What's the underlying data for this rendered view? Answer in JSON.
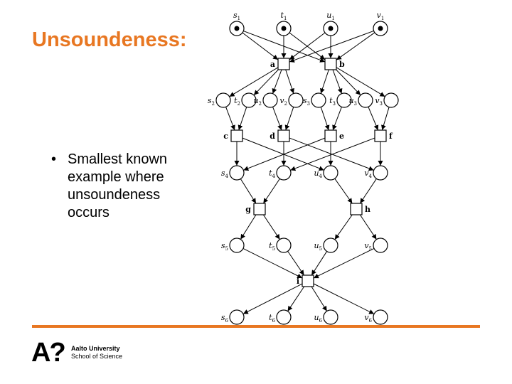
{
  "title": "Unsoundeness:",
  "bullets": [
    "Smallest known example where unsoundeness occurs"
  ],
  "bullet_symbol": "•",
  "logo": {
    "mark": "A?",
    "name": "Aalto University",
    "school": "School of Science"
  },
  "colors": {
    "accent": "#e87722",
    "text": "#000000"
  },
  "diagram": {
    "places": [
      {
        "id": "p_s1",
        "base": "s",
        "sub": "1",
        "token": true
      },
      {
        "id": "p_t1",
        "base": "t",
        "sub": "1",
        "token": true
      },
      {
        "id": "p_u1",
        "base": "u",
        "sub": "1",
        "token": true
      },
      {
        "id": "p_v1",
        "base": "v",
        "sub": "1",
        "token": true
      },
      {
        "id": "p_s2",
        "base": "s",
        "sub": "2"
      },
      {
        "id": "p_t2",
        "base": "t",
        "sub": "2"
      },
      {
        "id": "p_u2",
        "base": "u",
        "sub": "2"
      },
      {
        "id": "p_v2",
        "base": "v",
        "sub": "2"
      },
      {
        "id": "p_s3",
        "base": "s",
        "sub": "3"
      },
      {
        "id": "p_t3",
        "base": "t",
        "sub": "3"
      },
      {
        "id": "p_u3",
        "base": "u",
        "sub": "3"
      },
      {
        "id": "p_v3",
        "base": "v",
        "sub": "3"
      },
      {
        "id": "p_s4",
        "base": "s",
        "sub": "4"
      },
      {
        "id": "p_t4",
        "base": "t",
        "sub": "4"
      },
      {
        "id": "p_u4",
        "base": "u",
        "sub": "4"
      },
      {
        "id": "p_v4",
        "base": "v",
        "sub": "4"
      },
      {
        "id": "p_s5",
        "base": "s",
        "sub": "5"
      },
      {
        "id": "p_t5",
        "base": "t",
        "sub": "5"
      },
      {
        "id": "p_u5",
        "base": "u",
        "sub": "5"
      },
      {
        "id": "p_v5",
        "base": "v",
        "sub": "5"
      },
      {
        "id": "p_s6",
        "base": "s",
        "sub": "6"
      },
      {
        "id": "p_t6",
        "base": "t",
        "sub": "6"
      },
      {
        "id": "p_u6",
        "base": "u",
        "sub": "6"
      },
      {
        "id": "p_v6",
        "base": "v",
        "sub": "6"
      }
    ],
    "transitions": [
      {
        "id": "t_a",
        "label": "a"
      },
      {
        "id": "t_b",
        "label": "b"
      },
      {
        "id": "t_c",
        "label": "c"
      },
      {
        "id": "t_d",
        "label": "d"
      },
      {
        "id": "t_e",
        "label": "e"
      },
      {
        "id": "t_f",
        "label": "f"
      },
      {
        "id": "t_g",
        "label": "g"
      },
      {
        "id": "t_h",
        "label": "h"
      },
      {
        "id": "t_i",
        "label": "i"
      }
    ],
    "arcs": [
      [
        "p_s1",
        "t_a"
      ],
      [
        "p_t1",
        "t_a"
      ],
      [
        "p_u1",
        "t_a"
      ],
      [
        "p_v1",
        "t_a"
      ],
      [
        "p_s1",
        "t_b"
      ],
      [
        "p_t1",
        "t_b"
      ],
      [
        "p_u1",
        "t_b"
      ],
      [
        "p_v1",
        "t_b"
      ],
      [
        "t_a",
        "p_s2"
      ],
      [
        "t_a",
        "p_t2"
      ],
      [
        "t_a",
        "p_u2"
      ],
      [
        "t_a",
        "p_v2"
      ],
      [
        "t_b",
        "p_s3"
      ],
      [
        "t_b",
        "p_t3"
      ],
      [
        "t_b",
        "p_u3"
      ],
      [
        "t_b",
        "p_v3"
      ],
      [
        "p_s2",
        "t_c"
      ],
      [
        "p_t2",
        "t_c"
      ],
      [
        "p_u2",
        "t_d"
      ],
      [
        "p_v2",
        "t_d"
      ],
      [
        "p_s3",
        "t_e"
      ],
      [
        "p_t3",
        "t_e"
      ],
      [
        "p_u3",
        "t_f"
      ],
      [
        "p_v3",
        "t_f"
      ],
      [
        "t_c",
        "p_s4"
      ],
      [
        "t_c",
        "p_u4"
      ],
      [
        "t_d",
        "p_t4"
      ],
      [
        "t_d",
        "p_v4"
      ],
      [
        "t_e",
        "p_s4"
      ],
      [
        "t_e",
        "p_u4"
      ],
      [
        "t_f",
        "p_t4"
      ],
      [
        "t_f",
        "p_v4"
      ],
      [
        "p_s4",
        "t_g"
      ],
      [
        "p_t4",
        "t_g"
      ],
      [
        "p_u4",
        "t_h"
      ],
      [
        "p_v4",
        "t_h"
      ],
      [
        "t_g",
        "p_s5"
      ],
      [
        "t_g",
        "p_t5"
      ],
      [
        "t_h",
        "p_u5"
      ],
      [
        "t_h",
        "p_v5"
      ],
      [
        "p_s5",
        "t_i"
      ],
      [
        "p_t5",
        "t_i"
      ],
      [
        "p_u5",
        "t_i"
      ],
      [
        "p_v5",
        "t_i"
      ],
      [
        "t_i",
        "p_s6"
      ],
      [
        "t_i",
        "p_t6"
      ],
      [
        "t_i",
        "p_u6"
      ],
      [
        "t_i",
        "p_v6"
      ]
    ]
  }
}
